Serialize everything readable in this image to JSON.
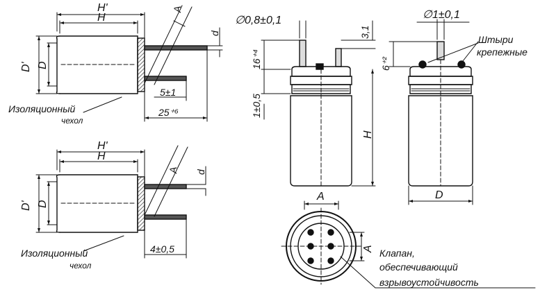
{
  "labels": {
    "top_Hp": "H'",
    "top_H": "H",
    "top_A": "A",
    "top_d": "d",
    "top_Dp": "D'",
    "top_D": "D",
    "top_5": "5±1",
    "top_25": "25⁺⁶",
    "top_insul_1": "Изоляционный",
    "top_insul_2": "чехол",
    "bot_Hp": "H'",
    "bot_H": "H",
    "bot_A": "A",
    "bot_d": "d",
    "bot_Dp": "D'",
    "bot_D": "D",
    "bot_4": "4±0,5",
    "bot_insul_1": "Изоляционный",
    "bot_insul_2": "чехол",
    "c_diam": "∅0,8±0,1",
    "c_31": "3,1",
    "c_16": "16⁺⁴",
    "c_1": "1±0,5",
    "c_H": "H",
    "r_diam": "∅1±0,1",
    "r_pins_1": "Штыри",
    "r_pins_2": "крепежные",
    "r_6": "6⁺²",
    "r_D": "D",
    "b_A1": "A",
    "b_A2": "A",
    "valve_1": "Клапан,",
    "valve_2": "обеспечивающий",
    "valve_3": "взрывоустойчивость"
  },
  "colors": {
    "ink": "#111111",
    "hatch": "#333333"
  }
}
